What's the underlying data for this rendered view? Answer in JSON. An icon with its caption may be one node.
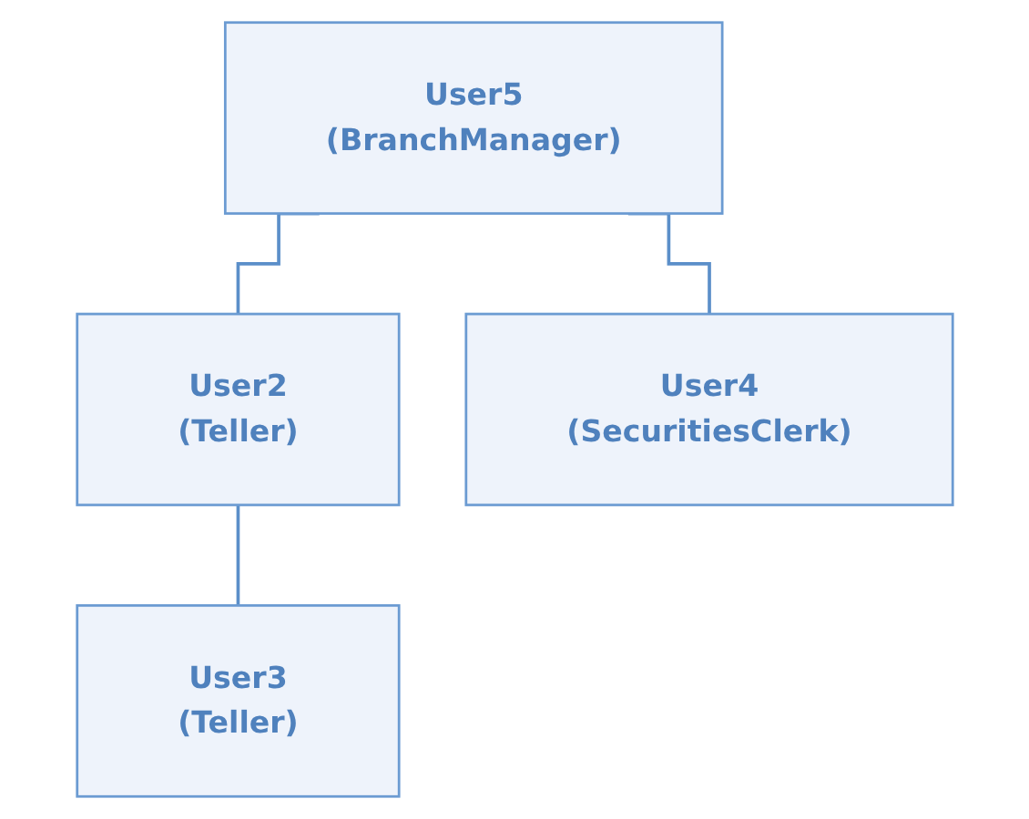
{
  "diagram": {
    "nodes": [
      {
        "text": [
          "User5",
          "(BranchManager)"
        ]
      },
      {
        "text": [
          "User2",
          "(Teller)"
        ]
      },
      {
        "text": [
          "User4",
          "(SecuritiesClerk)"
        ]
      },
      {
        "text": [
          "User3",
          "(Teller)"
        ]
      }
    ],
    "edges": [
      {
        "from": 0,
        "to": 1,
        "arrow": "none"
      },
      {
        "from": 0,
        "to": 2,
        "arrow": "none"
      },
      {
        "from": 1,
        "to": 3,
        "arrow": "none"
      }
    ]
  }
}
